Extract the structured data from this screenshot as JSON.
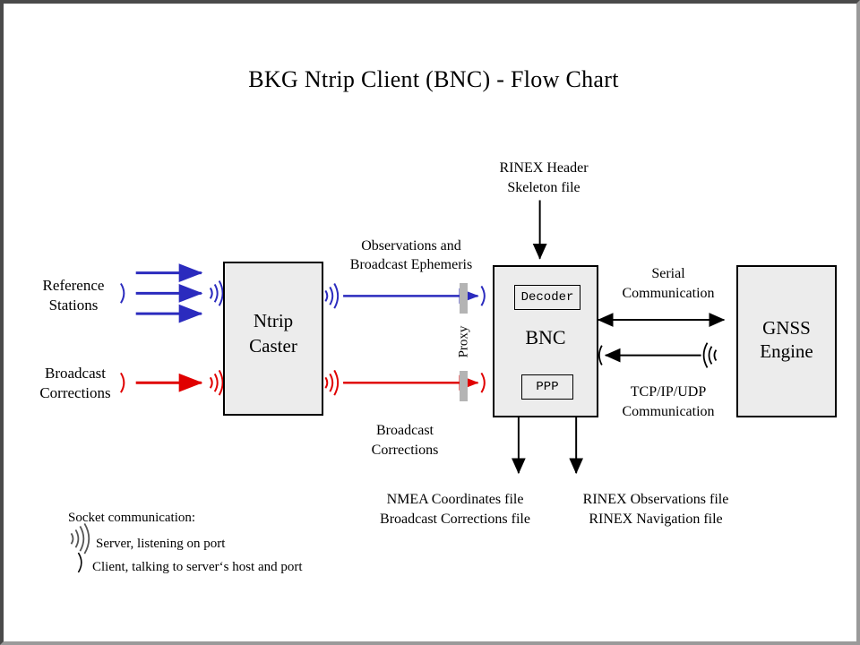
{
  "page": {
    "title": "BKG Ntrip Client (BNC)  -  Flow Chart",
    "frame_color_dark": "#4a4a4a",
    "frame_color_light": "#9a9a9a",
    "background": "#ffffff",
    "box_fill": "#ececec",
    "proxy_bar_color": "#b4b4b4",
    "blue": "#2b2bbe",
    "red": "#e00000",
    "black": "#000000"
  },
  "boxes": {
    "ntrip_caster": {
      "label_line1": "Ntrip",
      "label_line2": "Caster"
    },
    "bnc": {
      "label": "BNC",
      "decoder": "Decoder",
      "ppp": "PPP"
    },
    "gnss_engine": {
      "label_line1": "GNSS",
      "label_line2": "Engine"
    }
  },
  "labels": {
    "reference_stations_l1": "Reference",
    "reference_stations_l2": "Stations",
    "broadcast_corrections_in_l1": "Broadcast",
    "broadcast_corrections_in_l2": "Corrections",
    "observations_l1": "Observations and",
    "observations_l2": "Broadcast Ephemeris",
    "broadcast_corrections_mid_l1": "Broadcast",
    "broadcast_corrections_mid_l2": "Corrections",
    "proxy": "Proxy",
    "rinex_header_l1": "RINEX Header",
    "rinex_header_l2": "Skeleton file",
    "serial_comm_l1": "Serial",
    "serial_comm_l2": "Communication",
    "tcpip_comm_l1": "TCP/IP/UDP",
    "tcpip_comm_l2": "Communication",
    "output_left_l1": "NMEA Coordinates file",
    "output_left_l2": "Broadcast Corrections file",
    "output_right_l1": "RINEX Observations file",
    "output_right_l2": "RINEX Navigation file"
  },
  "legend": {
    "heading": "Socket communication:",
    "server_text": "Server, listening  on port",
    "client_text": "Client, talking to server‘s  host and port",
    "server_symbol": "server-waves-icon",
    "client_symbol": "client-paren-icon"
  },
  "chart_data": {
    "type": "diagram",
    "title": "BKG Ntrip Client (BNC)  -  Flow Chart",
    "nodes": [
      {
        "id": "reference-stations",
        "label": "Reference Stations",
        "kind": "source-label"
      },
      {
        "id": "broadcast-corrections-source",
        "label": "Broadcast Corrections",
        "kind": "source-label"
      },
      {
        "id": "ntrip-caster",
        "label": "Ntrip Caster",
        "kind": "box"
      },
      {
        "id": "proxy",
        "label": "Proxy",
        "kind": "barrier"
      },
      {
        "id": "bnc",
        "label": "BNC",
        "kind": "box",
        "children": [
          "Decoder",
          "PPP"
        ]
      },
      {
        "id": "gnss-engine",
        "label": "GNSS Engine",
        "kind": "box"
      },
      {
        "id": "rinex-header-skeleton",
        "label": "RINEX Header Skeleton file",
        "kind": "file"
      },
      {
        "id": "nmea-output",
        "label": "NMEA Coordinates file / Broadcast Corrections file",
        "kind": "file"
      },
      {
        "id": "rinex-output",
        "label": "RINEX Observations file / RINEX Navigation file",
        "kind": "file"
      }
    ],
    "edges": [
      {
        "from": "reference-stations",
        "to": "ntrip-caster",
        "color": "#2b2bbe",
        "count": 3,
        "label": ""
      },
      {
        "from": "broadcast-corrections-source",
        "to": "ntrip-caster",
        "color": "#e00000",
        "count": 1,
        "label": ""
      },
      {
        "from": "ntrip-caster",
        "to": "bnc",
        "color": "#2b2bbe",
        "label": "Observations and Broadcast Ephemeris",
        "through": "proxy"
      },
      {
        "from": "ntrip-caster",
        "to": "bnc",
        "color": "#e00000",
        "label": "Broadcast Corrections",
        "through": "proxy"
      },
      {
        "from": "rinex-header-skeleton",
        "to": "bnc",
        "color": "#000000",
        "label": ""
      },
      {
        "from": "bnc",
        "to": "gnss-engine",
        "color": "#000000",
        "label": "Serial Communication",
        "arrow": "both"
      },
      {
        "from": "gnss-engine",
        "to": "bnc",
        "color": "#000000",
        "label": "TCP/IP/UDP Communication",
        "arrow": "left"
      },
      {
        "from": "bnc",
        "to": "nmea-output",
        "color": "#000000",
        "label": ""
      },
      {
        "from": "bnc",
        "to": "rinex-output",
        "color": "#000000",
        "label": ""
      }
    ]
  }
}
